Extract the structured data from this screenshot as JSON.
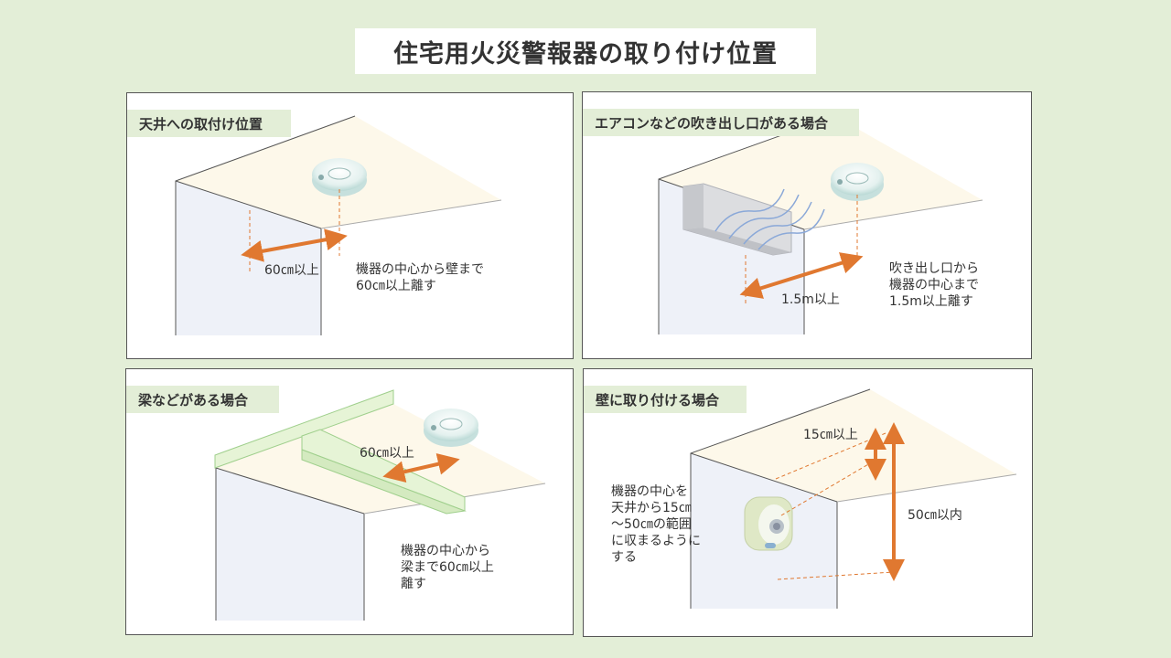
{
  "title": "住宅用火災警報器の取り付け位置",
  "panels": {
    "ceiling": {
      "label": "天井への取付け位置",
      "measure": "60㎝以上",
      "note": "機器の中心から壁まで\n60㎝以上離す"
    },
    "aircon": {
      "label": "エアコンなどの吹き出し口がある場合",
      "measure": "1.5m以上",
      "note": "吹き出し口から\n機器の中心まで\n1.5m以上離す"
    },
    "beam": {
      "label": "梁などがある場合",
      "measure": "60㎝以上",
      "note": "機器の中心から\n梁まで60㎝以上\n離す"
    },
    "wall": {
      "label": "壁に取り付ける場合",
      "measure_top": "15㎝以上",
      "measure_range": "50㎝以内",
      "note": "機器の中心を\n天井から15㎝\n～50㎝の範囲\nに収まるように\nする"
    }
  },
  "colors": {
    "background": "#e3eed7",
    "ceiling": "#fdf8ea",
    "wall": "#eef1f8",
    "arrow": "#e07830",
    "guide": "#e07830",
    "beam": "#e6f4d6",
    "beam_edge": "#9fcf8c",
    "aircon": "#e8e8ea",
    "airflow": "#8aa8d8"
  },
  "icons": [
    "smoke-detector-icon",
    "wall-detector-icon",
    "air-conditioner-icon",
    "double-arrow-icon"
  ]
}
